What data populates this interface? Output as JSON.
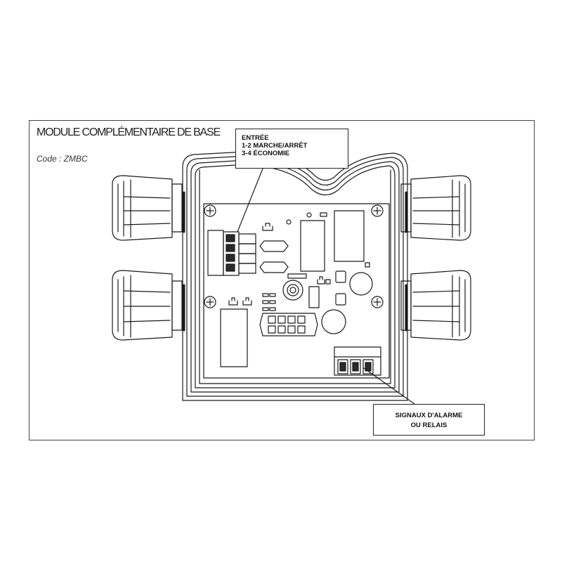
{
  "title": "MODULE COMPLÉMENTAIRE DE BASE",
  "code": "Code : ZMBC",
  "callouts": {
    "entree": [
      "ENTRÉE",
      "1-2 MARCHE/ARRÊT",
      "3-4 ÉCONOMIE"
    ],
    "signaux": [
      "SIGNAUX D'ALARME",
      "OU RELAIS"
    ]
  },
  "colors": {
    "line": "#1a1a1a",
    "background": "#ffffff",
    "fill_dark": "#2a2a2a"
  }
}
